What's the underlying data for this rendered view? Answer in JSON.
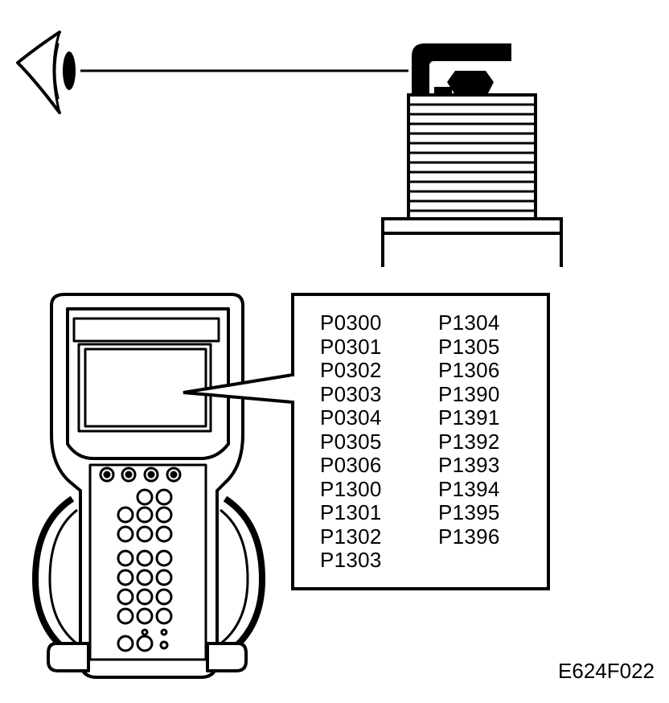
{
  "codes": {
    "left_column": [
      "P0300",
      "P0301",
      "P0302",
      "P0303",
      "P0304",
      "P0305",
      "P0306",
      "P1300",
      "P1301",
      "P1302",
      "P1303"
    ],
    "right_column": [
      "P1304",
      "P1305",
      "P1306",
      "P1390",
      "P1391",
      "P1392",
      "P1393",
      "P1394",
      "P1395",
      "P1396"
    ]
  },
  "figure_id": "E624F022",
  "icons": {
    "eye": "eye-icon",
    "spark_plug": "spark-plug-icon",
    "scan_tool": "scan-tool-icon"
  },
  "colors": {
    "ink": "#000000",
    "paper": "#ffffff"
  }
}
